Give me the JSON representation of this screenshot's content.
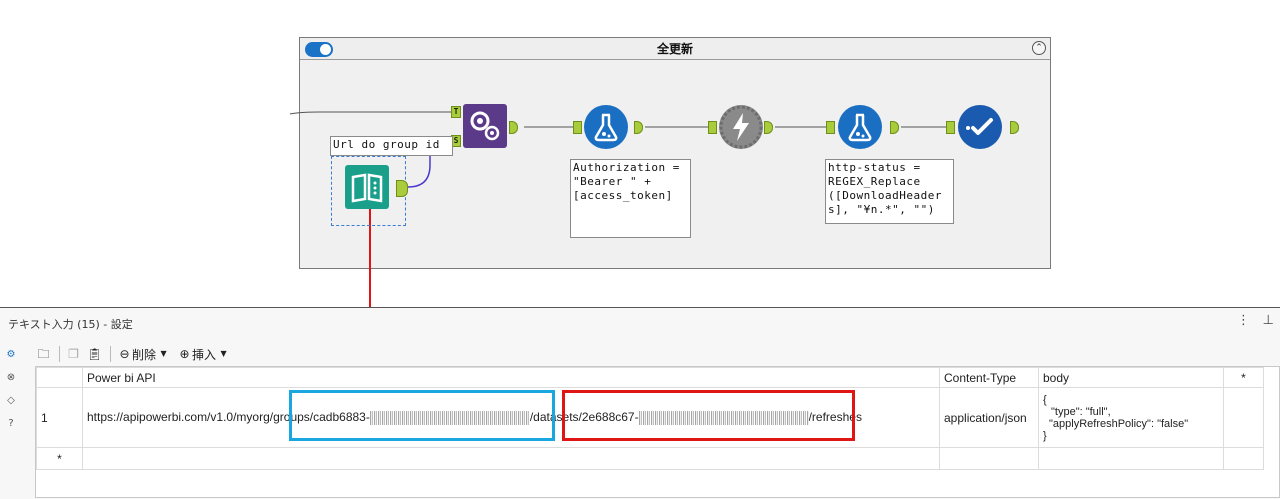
{
  "workflow": {
    "container_title": "全更新",
    "toggle_state": "on",
    "collapse_symbol": "⌃",
    "anchor_t": "T",
    "anchor_s": "S",
    "annotation_input": "Url do group id",
    "annotation_formula1": "Authorization =\n\"Bearer \" +\n[access_token]",
    "annotation_formula2": "http-status =\nREGEX_Replace\n([DownloadHeader\ns], \"¥n.*\", \"\")",
    "colors": {
      "formula_tool": "#1a6fc2",
      "macro_tool": "#5b3a8a",
      "download_tool": "#8a8a8a",
      "input_tool": "#1aa08a",
      "output_tool": "#1a5bb0",
      "anchor": "#a8cc3c",
      "arrow": "#e01515"
    }
  },
  "panel": {
    "title": "テキスト入力 (15) - 設定",
    "menu_icon": "⋮",
    "pin_icon": "⊥",
    "side_icons": [
      "gear-icon",
      "connection-icon",
      "tag-icon",
      "help-icon"
    ],
    "toolbar": {
      "delete_label": "削除",
      "insert_label": "挿入"
    },
    "table": {
      "headers": [
        "Power bi API",
        "Content-Type",
        "body",
        "*"
      ],
      "rows": [
        {
          "index": "1",
          "url_start": "https://apipowerbi.com/v1.0/myorg/",
          "url_groups": "groups/cadb6883-",
          "url_datasets": "/datasets/2e688c67-",
          "url_end": "/refreshes",
          "content_type": "application/json",
          "body_line1": "{",
          "body_line2": "\"type\": \"full\",",
          "body_line3": "\"applyRefreshPolicy\": \"false\"",
          "body_line4": "}"
        }
      ],
      "new_row_marker": "*"
    },
    "highlight_colors": {
      "groups": "#1aa7e0",
      "datasets": "#e01515"
    }
  }
}
